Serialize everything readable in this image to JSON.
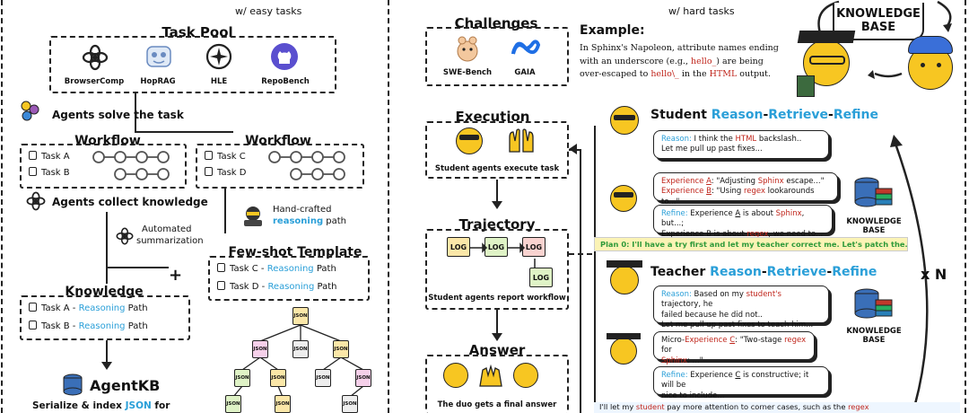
{
  "left": {
    "subtitle": "w/ easy tasks",
    "task_pool": {
      "title": "Task Pool",
      "items": [
        "BrowserComp",
        "HopRAG",
        "HLE",
        "RepoBench"
      ]
    },
    "solve_label": "Agents solve the task",
    "workflow1": {
      "title": "Workflow",
      "tasks": [
        "Task A",
        "Task B"
      ]
    },
    "workflow2": {
      "title": "Workflow",
      "tasks": [
        "Task C",
        "Task D"
      ]
    },
    "collect_label": "Agents collect knowledge",
    "handcrafted": {
      "line1": "Hand-crafted",
      "line2": "reasoning",
      "line3": " path"
    },
    "automated": {
      "line1": "Automated",
      "line2": "summarization"
    },
    "fewshot": {
      "title": "Few-shot Template",
      "rows": [
        {
          "task": "Task C - ",
          "path": "Reasoning",
          "rest": " Path"
        },
        {
          "task": "Task D - ",
          "path": "Reasoning",
          "rest": " Path"
        }
      ]
    },
    "knowledge": {
      "title": "Knowledge",
      "rows": [
        {
          "task": "Task A - ",
          "path": "Reasoning",
          "rest": " Path"
        },
        {
          "task": "Task B - ",
          "path": "Reasoning",
          "rest": " Path"
        }
      ]
    },
    "plus": "+",
    "agentkb": "AgentKB",
    "serialize": {
      "pre": "Serialize & index ",
      "json": "JSON",
      "post": " for"
    },
    "json_label": "JSON"
  },
  "right": {
    "subtitle": "w/ hard tasks",
    "challenges": {
      "title": "Challenges",
      "items": [
        "SWE-Bench",
        "GAIA"
      ]
    },
    "example": {
      "title": "Example:",
      "l1": "In Sphinx's Napoleon, attribute names ending",
      "l2a": "with an underscore (e.g., ",
      "l2b": "hello_",
      "l2c": ") are being",
      "l3a": "over-escaped to ",
      "l3b": "hello\\_",
      "l3c": " in the ",
      "l3d": "HTML",
      "l3e": " output."
    },
    "kb_top": {
      "l1": "KNOWLEDGE",
      "l2": "BASE"
    },
    "execution": {
      "title": "Execution",
      "caption": "Student agents execute task"
    },
    "trajectory": {
      "title": "Trajectory",
      "caption": "Student agents report workflow",
      "log": "LOG"
    },
    "answer": {
      "title": "Answer",
      "caption": "The duo gets a final answer"
    },
    "student_heading": {
      "who": "Student ",
      "reason": "Reason",
      "d1": "-",
      "retrieve": "Retrieve",
      "d2": "-",
      "refine": "Refine"
    },
    "teacher_heading": {
      "who": "Teacher ",
      "reason": "Reason",
      "d1": "-",
      "retrieve": "Retrieve",
      "d2": "-",
      "refine": "Refine"
    },
    "s_reason": {
      "label": "Reason:",
      "t1": " I think the ",
      "html": "HTML",
      "t2": " backslash..",
      "l2": "Let me pull up past fixes..."
    },
    "s_retrieve": {
      "a_pre": "Experience ",
      "a_key": "A",
      "a_post": ": \"Adjusting ",
      "a_sphinx": "Sphinx",
      "a_end": " escape...\"",
      "b_pre": "Experience ",
      "b_key": "B",
      "b_post": ": \"Using ",
      "b_regex": "regex",
      "b_end": " lookarounds to...\""
    },
    "s_refine": {
      "label": "Refine:",
      "t1": " Experience ",
      "a": "A",
      "t2": " is about ",
      "sphinx": "Sphinx",
      "t3": ", but...;",
      "l2a": "Experience ",
      "b": "B",
      "l2b": " is about ",
      "regex": "regex",
      "l2c": ", we need to..."
    },
    "kb_mid": {
      "l1": "KNOWLEDGE",
      "l2": "BASE"
    },
    "plan": "Plan 0: I'll have a try first and let my teacher correct me. Let's patch the...",
    "times_n": "x N",
    "t_reason": {
      "label": "Reason:",
      "t1": " Based on my ",
      "student": "student's",
      "t2": " trajectory, he",
      "l2": "failed because he did not..",
      "l3": "Let me pull up past fixes to teach him..."
    },
    "t_retrieve": {
      "pre": "Micro-",
      "exp": "Experience ",
      "c": "C",
      "post": ": \"Two-stage ",
      "regex": "regex",
      "end": " for",
      "l2a": "Sphinx",
      "l2b": ": ...\""
    },
    "t_refine": {
      "label": "Refine:",
      "t1": " Experience ",
      "c": "C",
      "t2": " is constructive; it will be",
      "l2": "nice to include..."
    },
    "kb_bot": {
      "l1": "KNOWLEDGE",
      "l2": "BASE"
    },
    "final_line": {
      "a": "I'll let my ",
      "student": "student",
      "b": " pay more attention to corner cases, such as the ",
      "regex": "regex"
    }
  },
  "colors": {
    "blue": "#2a9fd8",
    "red": "#c0261c",
    "green": "#2e9a3a",
    "yellow": "#f7c622",
    "plan_bg": "#fbf3b5"
  }
}
